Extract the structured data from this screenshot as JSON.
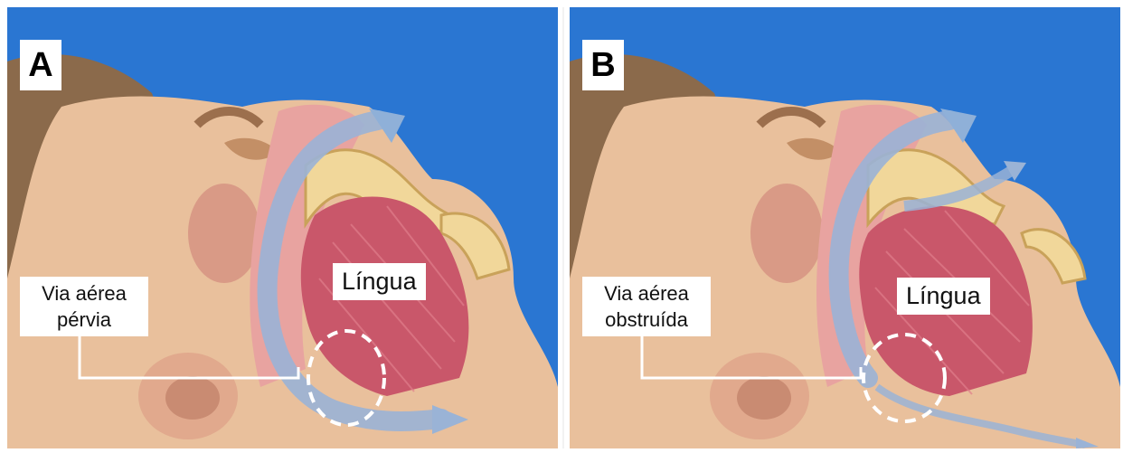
{
  "panels": [
    {
      "letter": "A",
      "airway_label_line1": "Via aérea",
      "airway_label_line2": "pérvia",
      "tongue_label": "Língua"
    },
    {
      "letter": "B",
      "airway_label_line1": "Via aérea",
      "airway_label_line2": "obstruída",
      "tongue_label": "Língua"
    }
  ],
  "colors": {
    "background": "#2a76d2",
    "skin": "#e9c09c",
    "hair": "#8b6a4b",
    "tongue_muscle": "#c9576a",
    "soft_tissue": "#e8a3a0",
    "airflow_arrow": "#9ab3d6",
    "obstruction_marker": "#ffffff"
  }
}
